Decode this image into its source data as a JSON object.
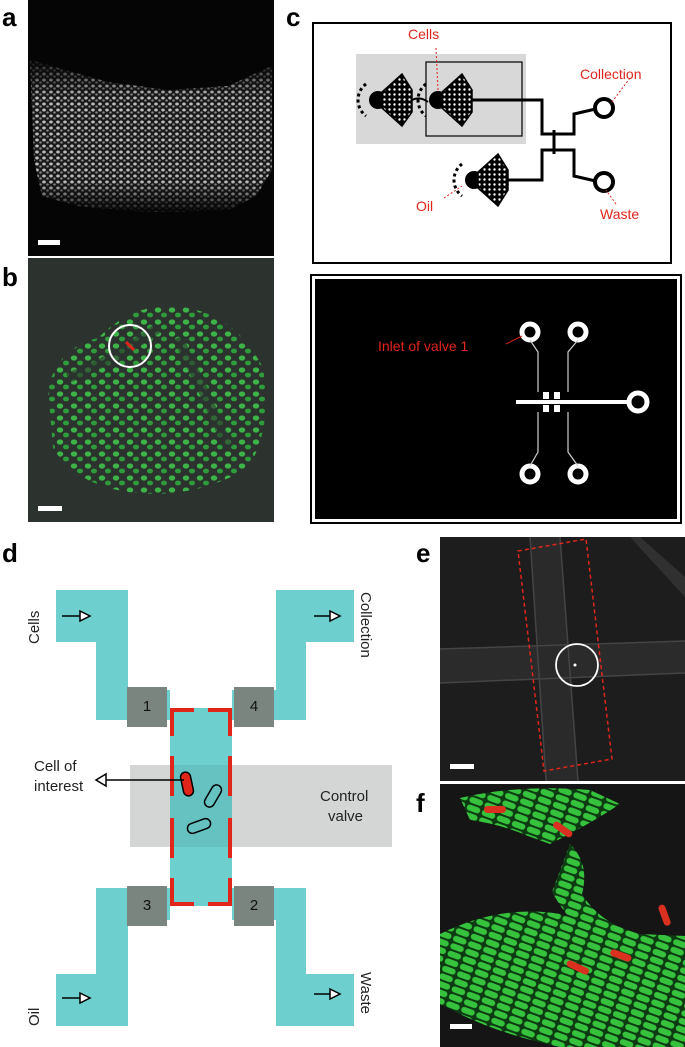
{
  "panel_labels": {
    "a": "a",
    "b": "b",
    "c": "c",
    "d": "d",
    "e": "e",
    "f": "f"
  },
  "panel_c_top": {
    "labels": {
      "cells": "Cells",
      "collection": "Collection",
      "oil": "Oil",
      "waste": "Waste"
    },
    "color": "#e0251b"
  },
  "panel_c_bottom": {
    "label": "Inlet of valve 1",
    "background": "#000000"
  },
  "panel_d": {
    "labels": {
      "cells": "Cells",
      "collection": "Collection",
      "oil": "Oil",
      "waste": "Waste",
      "cell_of_interest_1": "Cell of",
      "cell_of_interest_2": "interest",
      "control_valve_1": "Control",
      "control_valve_2": "valve"
    },
    "valves": [
      "1",
      "4",
      "3",
      "2"
    ],
    "colors": {
      "channel": "#6ecfcf",
      "valve": "#7a8580",
      "control": "#d3d6d5",
      "chamber_outline": "#e0251b"
    }
  },
  "colors": {
    "fluorescent_green": "#3ec24a",
    "marker_red": "#e0251b",
    "micrograph_gray": "#1c1c1c"
  }
}
